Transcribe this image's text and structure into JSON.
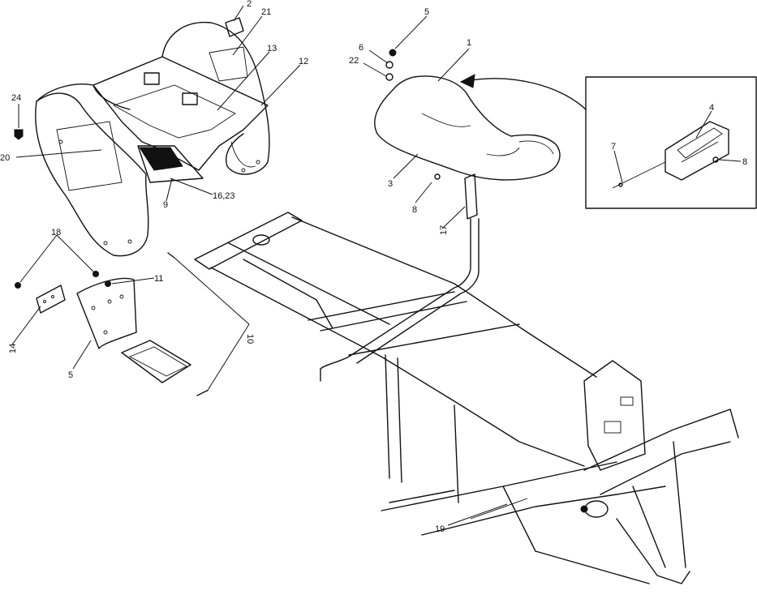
{
  "callouts": {
    "c1": "1",
    "c2": "2",
    "c3": "3",
    "c4": "4",
    "c5a": "5",
    "c5b": "5",
    "c6": "6",
    "c7": "7",
    "c8a": "8",
    "c8b": "8",
    "c9": "9",
    "c10": "10",
    "c11": "11",
    "c12": "12",
    "c13": "13",
    "c14": "14",
    "c16": "16,23",
    "c17": "17",
    "c18": "18",
    "c19": "19",
    "c20": "20",
    "c21": "21",
    "c22": "22",
    "c24": "24"
  }
}
